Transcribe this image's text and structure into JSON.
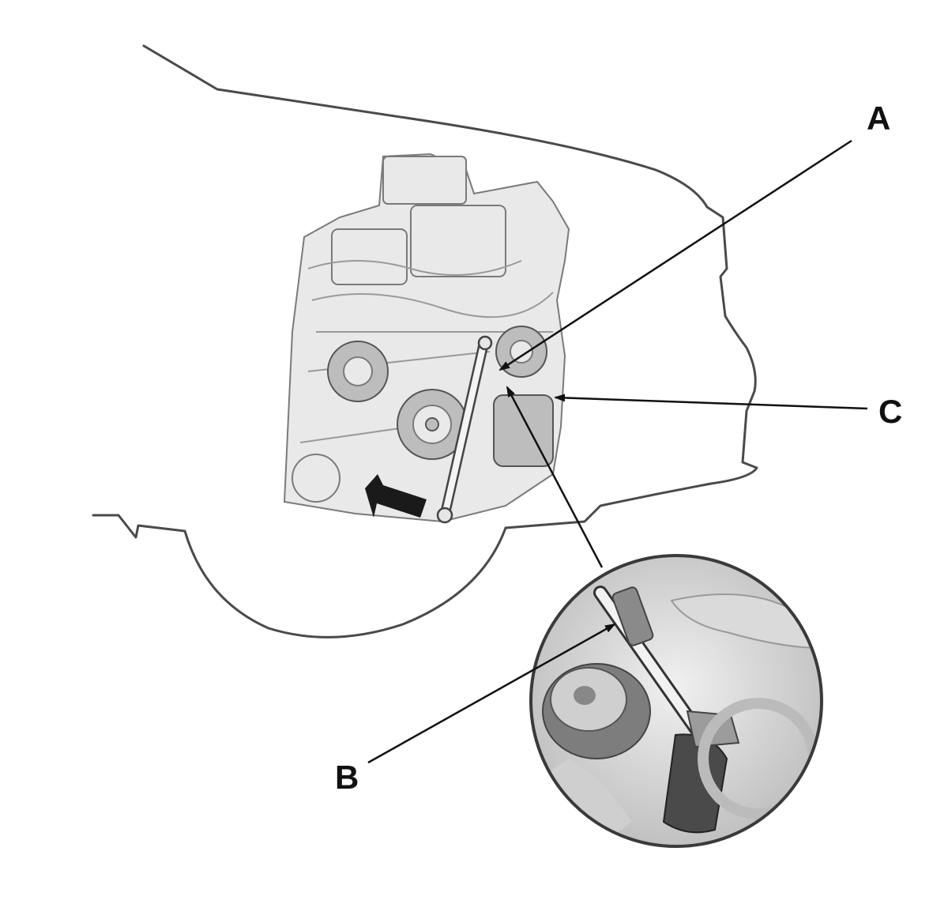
{
  "callouts": {
    "a": "A",
    "b": "B",
    "c": "C"
  },
  "colors": {
    "outline": "#4a4a4a",
    "leader": "#111111",
    "engine_shade": "#bdbdbd",
    "engine_light": "#e9e9e9",
    "direction_arrow": "#1a1a1a"
  },
  "icons": {
    "direction_arrow": "arrow-left-icon"
  }
}
